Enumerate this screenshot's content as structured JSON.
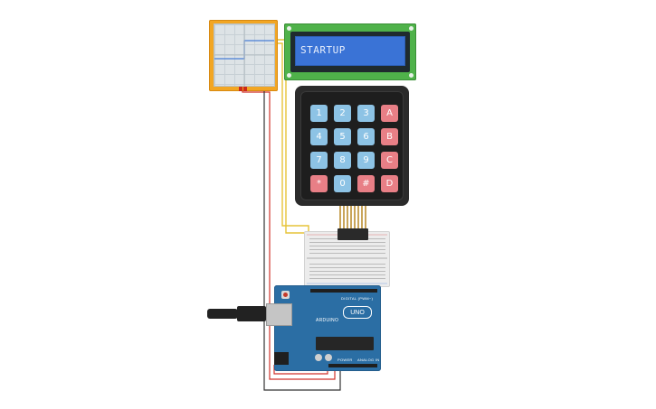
{
  "lcd": {
    "text": "STARTUP"
  },
  "keypad": {
    "keys": [
      [
        "1",
        "2",
        "3",
        "A"
      ],
      [
        "4",
        "5",
        "6",
        "B"
      ],
      [
        "7",
        "8",
        "9",
        "C"
      ],
      [
        "*",
        "0",
        "#",
        "D"
      ]
    ]
  },
  "arduino": {
    "brand": "ARDUINO",
    "model": "UNO",
    "digital_label": "DIGITAL (PWM~)",
    "power_label": "POWER",
    "analog_label": "ANALOG IN"
  },
  "colors": {
    "lcd_board": "#4fb24a",
    "lcd_backlight": "#3a73d6",
    "scope_body": "#f2a623",
    "arduino_board": "#2b6ea4",
    "key_number": "#8dc3e5",
    "key_letter": "#e87f86",
    "wire_yellow": "#e6c338",
    "wire_red": "#d0322b",
    "wire_black": "#333333",
    "wire_green": "#58b848"
  }
}
